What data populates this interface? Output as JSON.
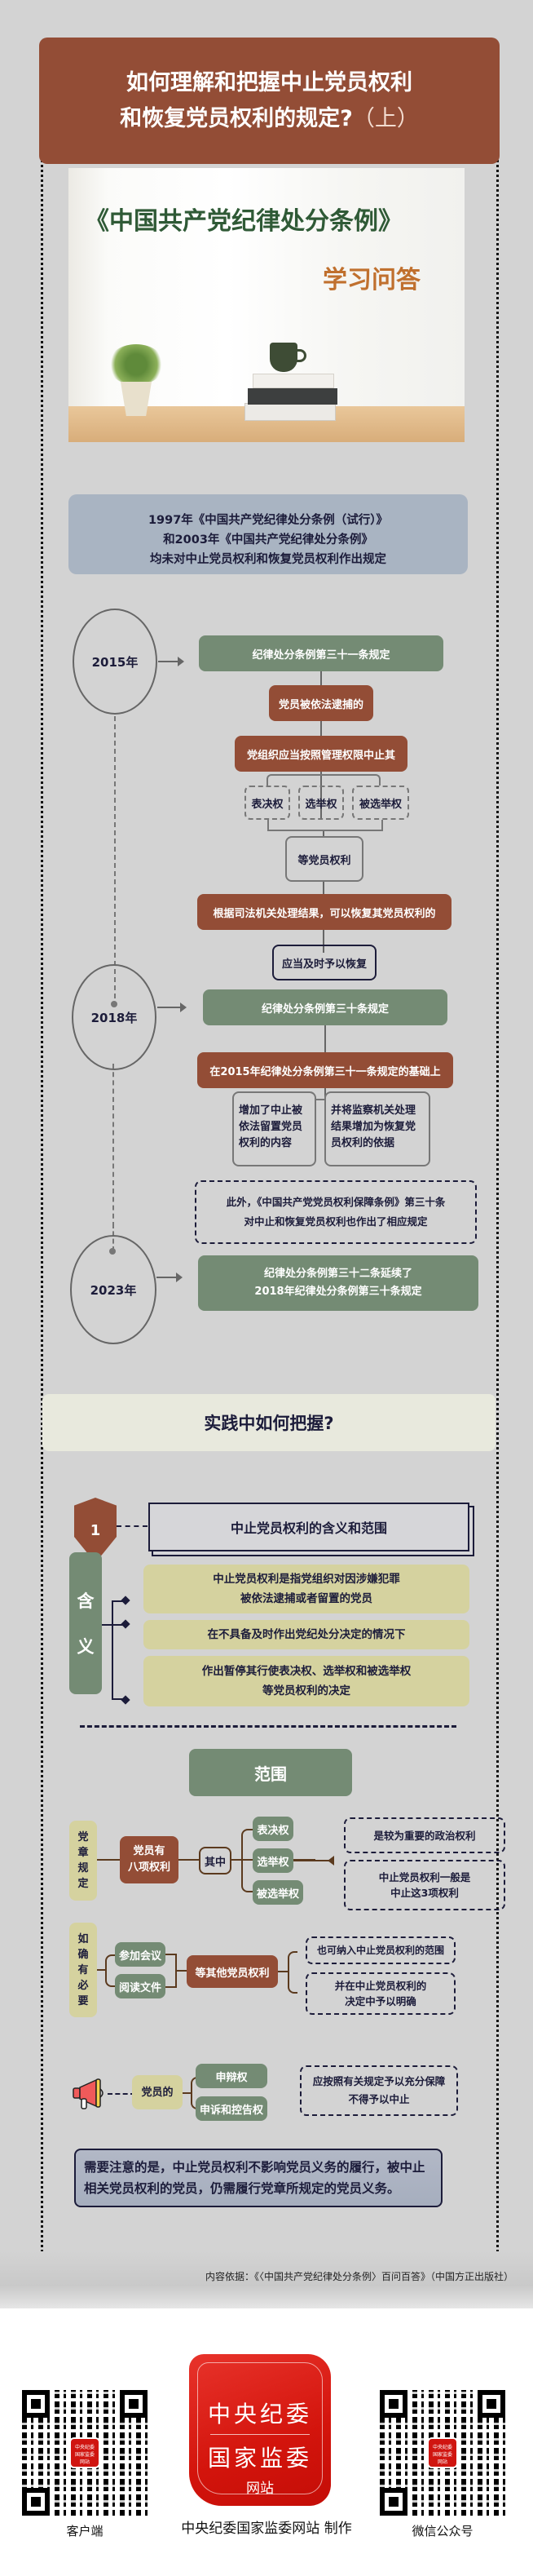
{
  "header": {
    "title_line1": "如何理解和把握中止党员权利",
    "title_line2": "和恢复党员权利的规定?",
    "title_suffix": "（上）"
  },
  "hero": {
    "book_title": "《中国共产党纪律处分条例》",
    "subtitle": "学习问答"
  },
  "intro": {
    "lines": [
      "1997年《中国共产党纪律处分条例（试行）》",
      "和2003年《中国共产党纪律处分条例》",
      "均未对中止党员权利和恢复党员权利作出规定"
    ]
  },
  "timeline": {
    "y2015": {
      "year": "2015年",
      "heading": "纪律处分条例第三十一条规定",
      "step1": "党员被依法逮捕的",
      "step2": "党组织应当按照管理权限中止其",
      "rights": [
        "表决权",
        "选举权",
        "被选举权"
      ],
      "step3": "等党员权利",
      "step4": "根据司法机关处理结果，可以恢复其党员权利的",
      "step5": "应当及时予以恢复"
    },
    "y2018": {
      "year": "2018年",
      "heading": "纪律处分条例第三十条规定",
      "basis": "在2015年纪律处分条例第三十一条规定的基础上",
      "change1": [
        "增加了中止被",
        "依法留置党员",
        "权利的内容"
      ],
      "change2": [
        "并将监察机关处理",
        "结果增加为恢复党",
        "员权利的依据"
      ],
      "note": [
        "此外，《中国共产党党员权利保障条例》第三十条",
        "对中止和恢复党员权利也作出了相应规定"
      ]
    },
    "y2023": {
      "year": "2023年",
      "heading": [
        "纪律处分条例第三十二条延续了",
        "2018年纪律处分条例第三十条规定"
      ]
    }
  },
  "practice": {
    "heading": "实践中如何把握?",
    "section1": {
      "number": "1",
      "title": "中止党员权利的含义和范围"
    },
    "meaning": {
      "label_chars": [
        "含",
        "义"
      ],
      "items": [
        [
          "中止党员权利是指党组织对因涉嫌犯罪",
          "被依法逮捕或者留置的党员"
        ],
        [
          "在不具备及时作出党纪处分决定的情况下"
        ],
        [
          "作出暂停其行使表决权、选举权和被选举权",
          "等党员权利的决定"
        ]
      ]
    },
    "scope": {
      "label": "范围",
      "row1": {
        "tag": [
          "党",
          "章",
          "规",
          "定"
        ],
        "main": [
          "党员有",
          "八项权利"
        ],
        "among": "其中",
        "rights": [
          "表决权",
          "选举权",
          "被选举权"
        ],
        "note1": "是较为重要的政治权利",
        "note2": [
          "中止党员权利一般是",
          "中止这3项权利"
        ]
      },
      "row2": {
        "tag": [
          "如",
          "确",
          "有",
          "必",
          "要"
        ],
        "items": [
          "参加会议",
          "阅读文件"
        ],
        "main": "等其他党员权利",
        "note1": "也可纳入中止党员权利的范围",
        "note2": [
          "并在中止党员权利的",
          "决定中予以明确"
        ]
      },
      "row3": {
        "icon": "megaphone-icon",
        "tag": "党员的",
        "items": [
          "申辩权",
          "申诉和控告权"
        ],
        "note": [
          "应按照有关规定予以充分保障",
          "不得予以中止"
        ]
      }
    },
    "attention": "需要注意的是，中止党员权利不影响党员义务的履行，被中止相关党员权利的党员，仍需履行党章所规定的党员义务。"
  },
  "source": "内容依据：《〈中国共产党纪律处分条例〉百问百答》（中国方正出版社）",
  "footer": {
    "qr_left_label": "客户端",
    "qr_right_label": "微信公众号",
    "badge_line1": "中央纪委",
    "badge_line2": "国家监委",
    "badge_line3": "网站",
    "qr_logo": [
      "中央纪委",
      "国家监委",
      "网站"
    ],
    "credit": "中央纪委国家监委网站  制作"
  },
  "colors": {
    "brown": "#934d36",
    "green": "#748b74",
    "khaki": "#d5d29f",
    "navy": "#1c1c3a",
    "red": "#d3140c",
    "background": "#d3d3d3"
  }
}
